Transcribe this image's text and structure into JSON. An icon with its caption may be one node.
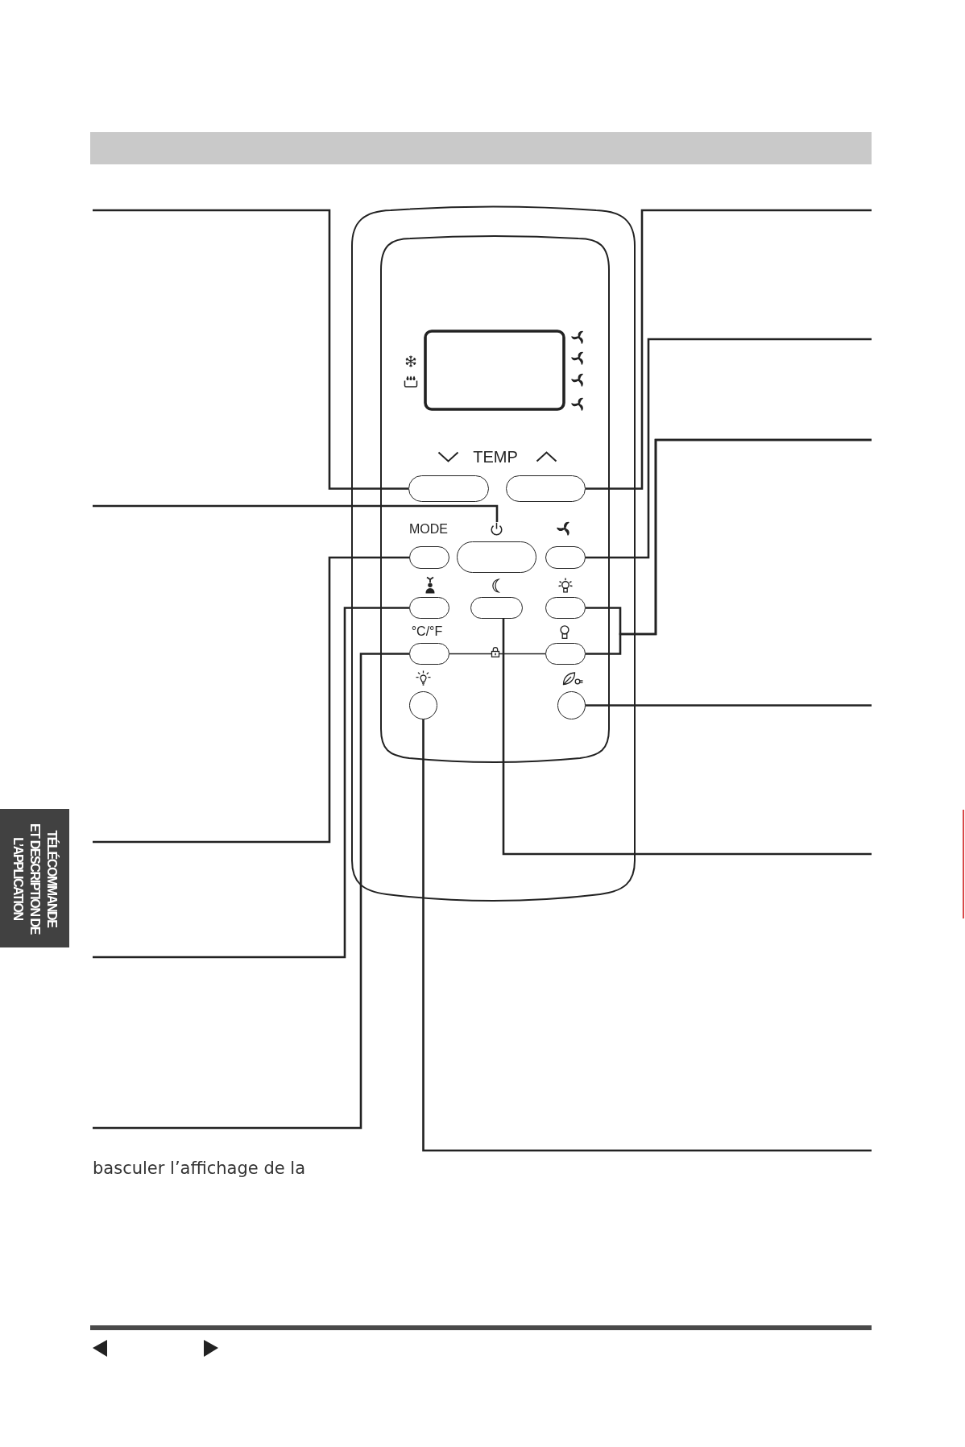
{
  "diagram": {
    "nodes": [
      {
        "text": [],
        "shape": "box"
      },
      {
        "text": [],
        "shape": "box"
      },
      {
        "text": [],
        "shape": "picture"
      },
      {
        "text": [],
        "shape": "box",
        "beside": [
          "MODE"
        ]
      },
      {
        "text": [],
        "shape": "box"
      },
      {
        "text": [],
        "shape": "box"
      },
      {
        "text": [],
        "shape": "box"
      },
      {
        "text": [],
        "shape": "box"
      },
      {
        "text": [],
        "shape": "box"
      },
      {
        "text": [],
        "shape": "box",
        "beside": [
          "°C/°F"
        ]
      },
      {
        "text": [],
        "shape": "box"
      },
      {
        "text": [],
        "shape": "circle"
      },
      {
        "text": [],
        "shape": "circle"
      },
      {
        "text": [
          "TÉLÉCOMMANDE ET DESCRIPTION DE L’APPLICATION"
        ]
      }
    ],
    "edges": [
      {
        "from": null,
        "to": 0,
        "arrow": "none"
      },
      {
        "from": null,
        "to": 2,
        "arrow": "none"
      },
      {
        "from": null,
        "to": 3,
        "arrow": "none"
      },
      {
        "from": null,
        "to": 6,
        "arrow": "none"
      },
      {
        "from": null,
        "to": 9,
        "arrow": "none"
      },
      {
        "from": null,
        "to": 11,
        "arrow": "none"
      },
      {
        "from": null,
        "to": 1,
        "arrow": "none"
      },
      {
        "from": null,
        "to": 5,
        "arrow": "none"
      },
      {
        "from": null,
        "to": 8,
        "arrow": "none"
      },
      {
        "from": null,
        "to": 10,
        "arrow": "none"
      },
      {
        "from": null,
        "to": 12,
        "arrow": "none"
      },
      {
        "from": null,
        "to": 7,
        "arrow": "none"
      },
      {
        "from": 9,
        "to": 10,
        "arrow": "none"
      }
    ],
    "labels": [
      "TEMP",
      "basculer l’affichage de la"
    ]
  }
}
